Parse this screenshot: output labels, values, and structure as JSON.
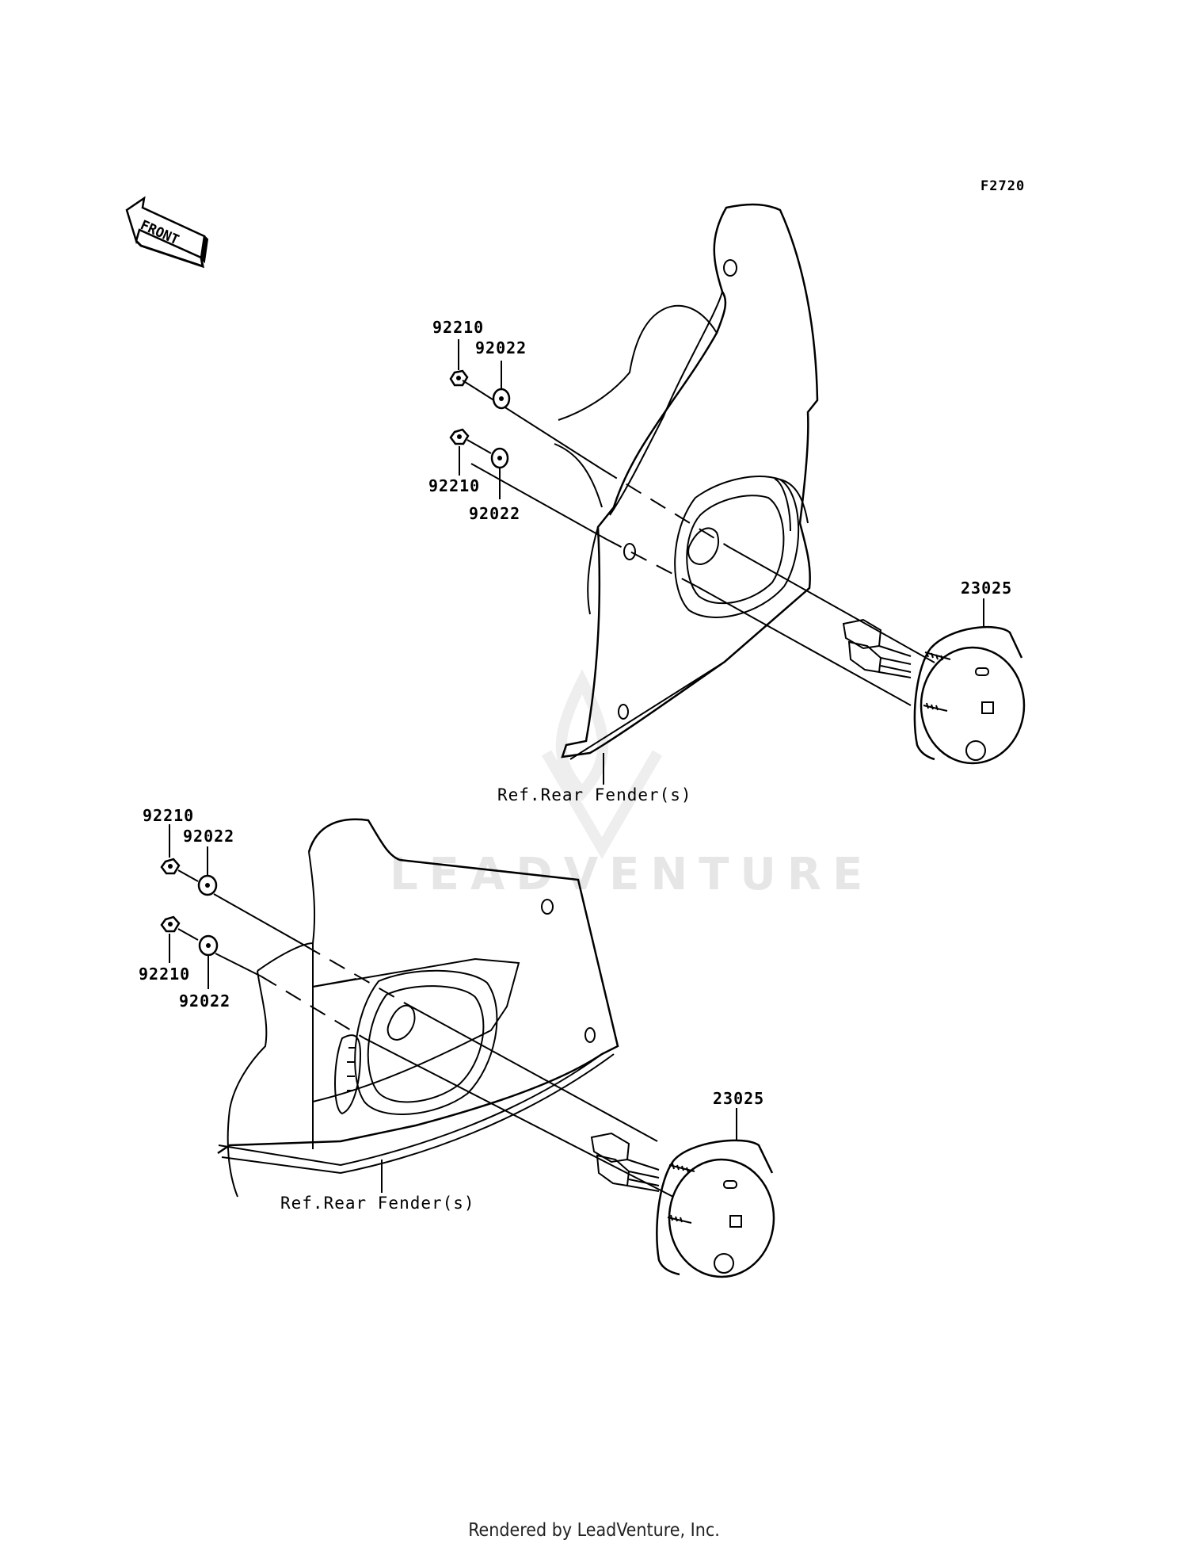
{
  "diagram_code": "F2720",
  "front_arrow_label": "FRONT",
  "watermark": "LEADVENTURE",
  "footer": "Rendered by LeadVenture, Inc.",
  "upper_assembly": {
    "nut_top": "92210",
    "washer_top": "92022",
    "nut_bottom": "92210",
    "washer_bottom": "92022",
    "light": "23025",
    "fender_ref": "Ref.Rear Fender(s)"
  },
  "lower_assembly": {
    "nut_top": "92210",
    "washer_top": "92022",
    "nut_bottom": "92210",
    "washer_bottom": "92022",
    "light": "23025",
    "fender_ref": "Ref.Rear Fender(s)"
  }
}
